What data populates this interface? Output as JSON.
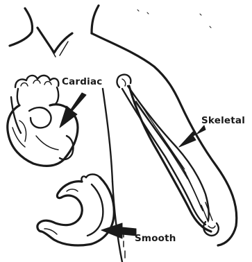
{
  "labels": {
    "cardiac": "Cardiac",
    "skeletal": "Skeletal",
    "smooth": "Smooth"
  },
  "icons": [
    "heart",
    "arm-muscle",
    "stomach"
  ],
  "colors": {
    "ink": "#1a1a1a",
    "background": "#ffffff"
  }
}
